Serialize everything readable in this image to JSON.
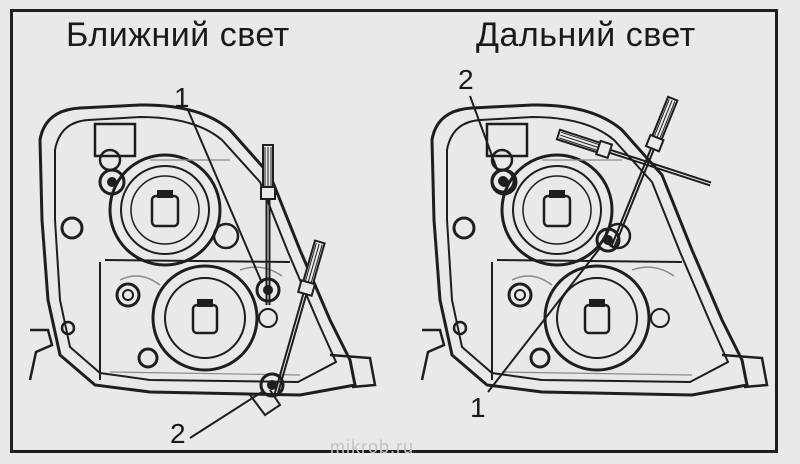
{
  "panels": [
    {
      "title": "Ближний свет",
      "callouts": [
        {
          "label": "1"
        },
        {
          "label": "2"
        }
      ]
    },
    {
      "title": "Дальний свет",
      "callouts": [
        {
          "label": "2"
        },
        {
          "label": "1"
        }
      ]
    }
  ],
  "watermark": "mikrob.ru",
  "colors": {
    "ink": "#1e1e1e",
    "paper": "#e9e9e9",
    "shade": "#8a8a8a"
  }
}
